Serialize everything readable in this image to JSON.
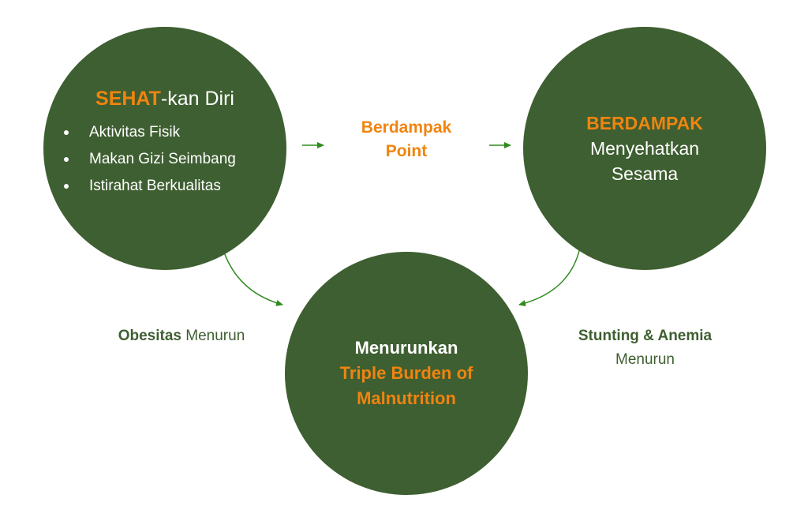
{
  "diagram": {
    "left_circle": {
      "title_highlight": "SEHAT",
      "title_rest": "-kan Diri",
      "bullets": [
        "Aktivitas Fisik",
        "Makan Gizi Seimbang",
        "Istirahat Berkualitas"
      ]
    },
    "middle_label": {
      "line1": "Berdampak",
      "line2": "Point"
    },
    "right_circle": {
      "highlight": "BERDAMPAK",
      "line1": "Menyehatkan",
      "line2": "Sesama"
    },
    "bottom_circle": {
      "line1": "Menurunkan",
      "line2": "Triple Burden of",
      "line3": "Malnutrition"
    },
    "left_outcome": {
      "bold": "Obesitas",
      "rest": "Menurun"
    },
    "right_outcome": {
      "bold": "Stunting & Anemia",
      "rest": "Menurun"
    }
  },
  "colors": {
    "circle": "#3e5f31",
    "accent": "#f0840f",
    "text_on_circle": "#ffffff",
    "arrow": "#2e8b1e"
  }
}
